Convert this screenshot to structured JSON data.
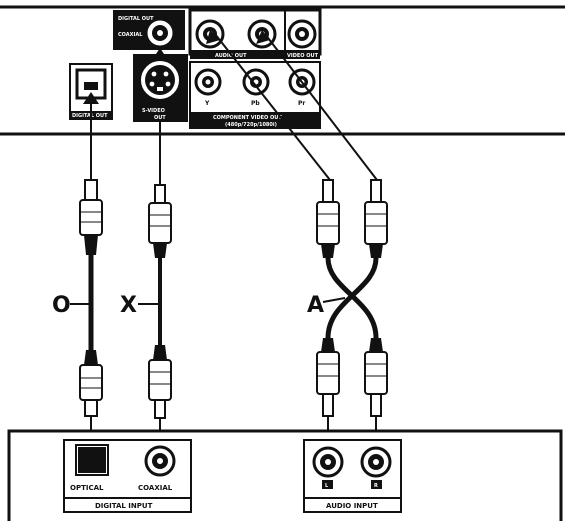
{
  "player_panel": {
    "digital_out_label": "DIGITAL OUT",
    "coaxial_label": "COAXIAL",
    "optical_label": "DIGITAL OUT",
    "svideo_label": "S-VIDEO",
    "svideo_out_label": "OUT",
    "audio_out_label": "AUDIO OUT",
    "video_out_label": "VIDEO OUT",
    "component_y": "Y",
    "component_pb": "Pb",
    "component_pr": "Pr",
    "component_label": "COMPONENT VIDEO OUT",
    "component_sub": "(480p/720p/1080i)"
  },
  "cables": {
    "optical_callout": "O",
    "coaxial_callout": "X",
    "audio_callout": "A"
  },
  "receiver": {
    "optical_label": "OPTICAL",
    "coaxial_label": "COAXIAL",
    "digital_input_label": "DIGITAL INPUT",
    "audio_input_label": "AUDIO INPUT",
    "left_mark": "L",
    "right_mark": "R"
  }
}
